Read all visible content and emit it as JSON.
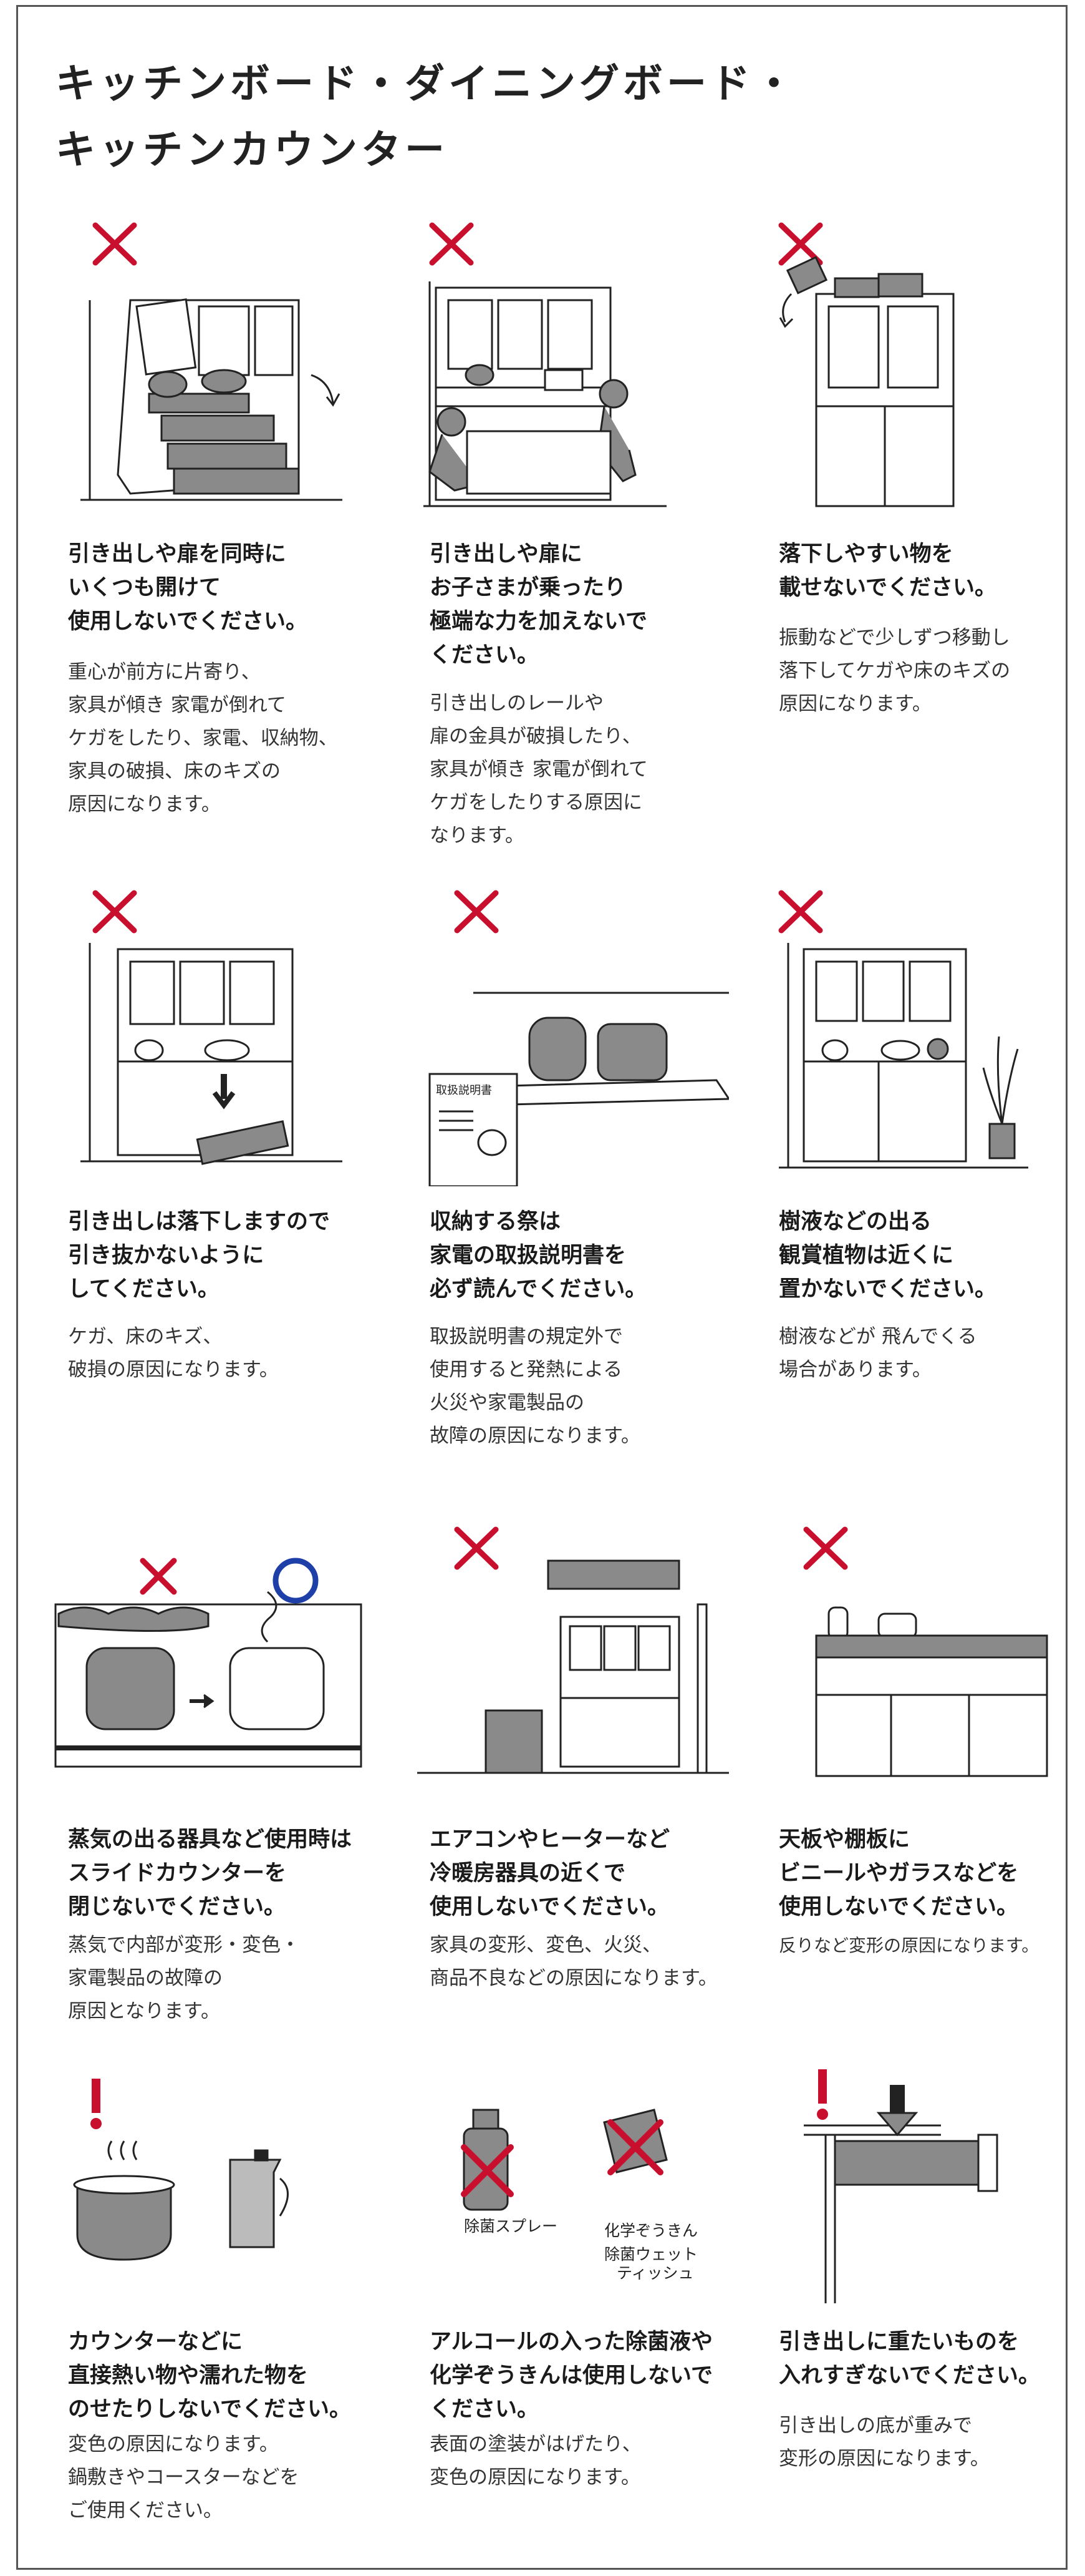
{
  "title": {
    "line1": "キッチンボード・ダイニングボード・",
    "line2": "キッチンカウンター"
  },
  "items": [
    {
      "mark": "ng",
      "heading": "引き出しや扉を同時に\nいくつも開けて\n使用しないでください。",
      "desc": "重心が前方に片寄り、\n家具が傾き 家電が倒れて\nケガをしたり、家電、収納物、\n家具の破損、床のキズの\n原因になります。"
    },
    {
      "mark": "ng",
      "heading": "引き出しや扉に\nお子さまが乗ったり\n極端な力を加えないで\nください。",
      "desc": "引き出しのレールや\n扉の金具が破損したり、\n家具が傾き 家電が倒れて\nケガをしたりする原因に\nなります。"
    },
    {
      "mark": "ng",
      "heading": "落下しやすい物を\n載せないでください。",
      "desc": "振動などで少しずつ移動し\n落下してケガや床のキズの\n原因になります。"
    },
    {
      "mark": "ng",
      "heading": "引き出しは落下しますので\n引き抜かないように\nしてください。",
      "desc": "ケガ、床のキズ、\n破損の原因になります。"
    },
    {
      "mark": "ng",
      "heading": "収納する祭は\n家電の取扱説明書を\n必ず読んでください。",
      "desc": "取扱説明書の規定外で\n使用すると発熱による\n火災や家電製品の\n故障の原因になります。",
      "manual_label": "取扱説明書"
    },
    {
      "mark": "ng",
      "heading": "樹液などの出る\n観賞植物は近くに\n置かないでください。",
      "desc": "樹液などが 飛んでくる\n場合があります。"
    },
    {
      "mark": "ng-ok",
      "heading": "蒸気の出る器具など使用時は\nスライドカウンターを\n閉じないでください。",
      "desc": "蒸気で内部が変形・変色・\n家電製品の故障の\n原因となります。"
    },
    {
      "mark": "ng",
      "heading": "エアコンやヒーターなど\n冷暖房器具の近くで\n使用しないでください。",
      "desc": "家具の変形、変色、火災、\n商品不良などの原因になります。"
    },
    {
      "mark": "ng",
      "heading": "天板や棚板に\nビニールやガラスなどを\n使用しないでください。",
      "desc": "反りなど変形の原因になります。"
    },
    {
      "mark": "caution",
      "heading": "カウンターなどに\n直接熱い物や濡れた物を\nのせたりしないでください。",
      "desc": "変色の原因になります。\n鍋敷きやコースターなどを\nご使用ください。"
    },
    {
      "mark": "ng",
      "heading": "アルコールの入った除菌液や\n化学ぞうきんは使用しないで\nください。",
      "desc": "表面の塗装がはげたり、\n変色の原因になります。",
      "label_spray": "除菌スプレー",
      "label_cloth": "化学ぞうきん",
      "label_wipe": "除菌ウェット\nティッシュ"
    },
    {
      "mark": "caution",
      "heading": "引き出しに重たいものを\n入れすぎないでください。",
      "desc": "引き出しの底が重みで\n変形の原因になります。"
    }
  ],
  "colors": {
    "ng": "#c8102e",
    "ok": "#1f3fa8",
    "gray": "#8a8a8a",
    "line": "#222222"
  }
}
